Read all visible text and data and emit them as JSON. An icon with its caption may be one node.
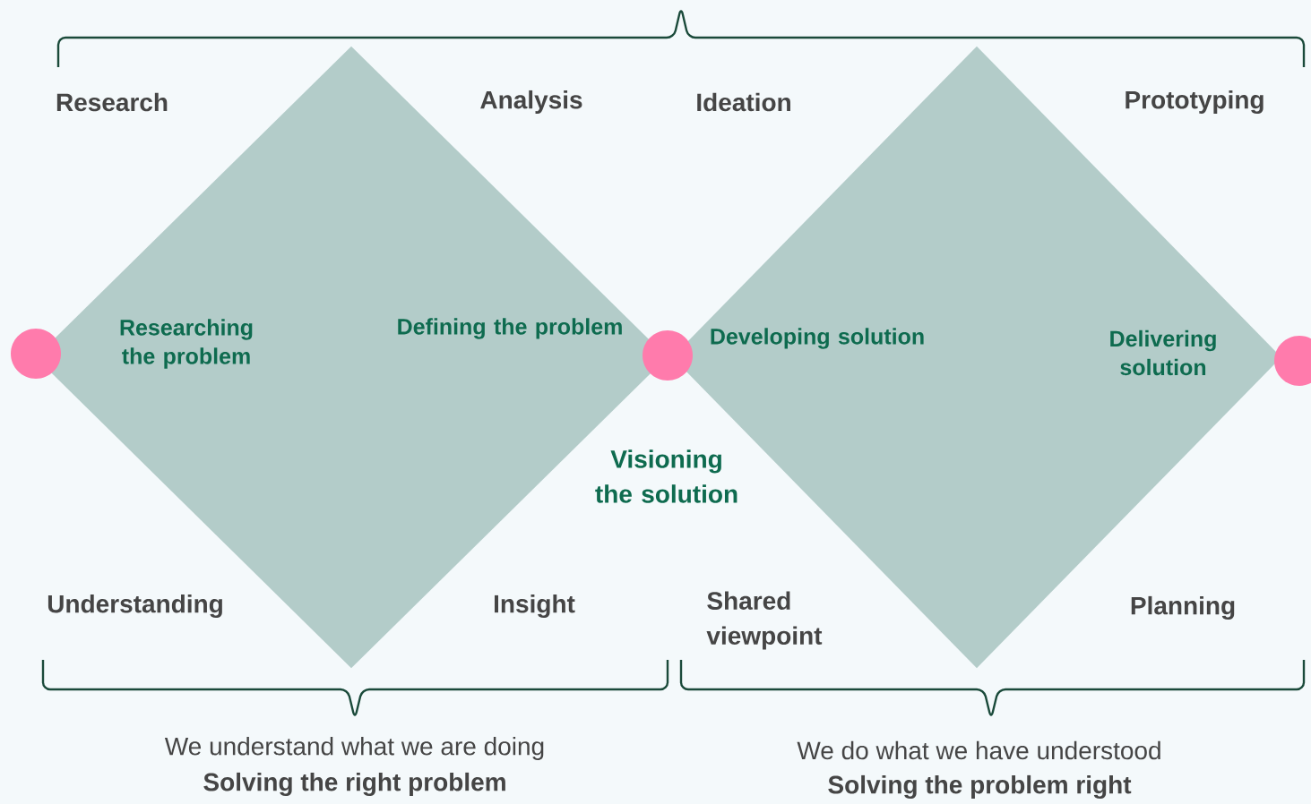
{
  "diagram": {
    "nodes": [
      {
        "text": [],
        "shape": "circle"
      },
      {
        "text": [
          "Researching the problem",
          "Defining the problem"
        ]
      },
      {
        "text": [],
        "shape": "circle"
      },
      {
        "text": [
          "Developing solution",
          "Delivering solution"
        ]
      },
      {
        "text": [],
        "shape": "circle"
      }
    ],
    "labels": [
      "Research",
      "Analysis",
      "Ideation",
      "Prototyping",
      "Visioning the solution",
      "Understanding",
      "Insight",
      "Shared viewpoint",
      "Planning",
      "We understand what we are doing",
      "Solving the right problem",
      "We do what we have understood",
      "Solving the problem right"
    ]
  }
}
